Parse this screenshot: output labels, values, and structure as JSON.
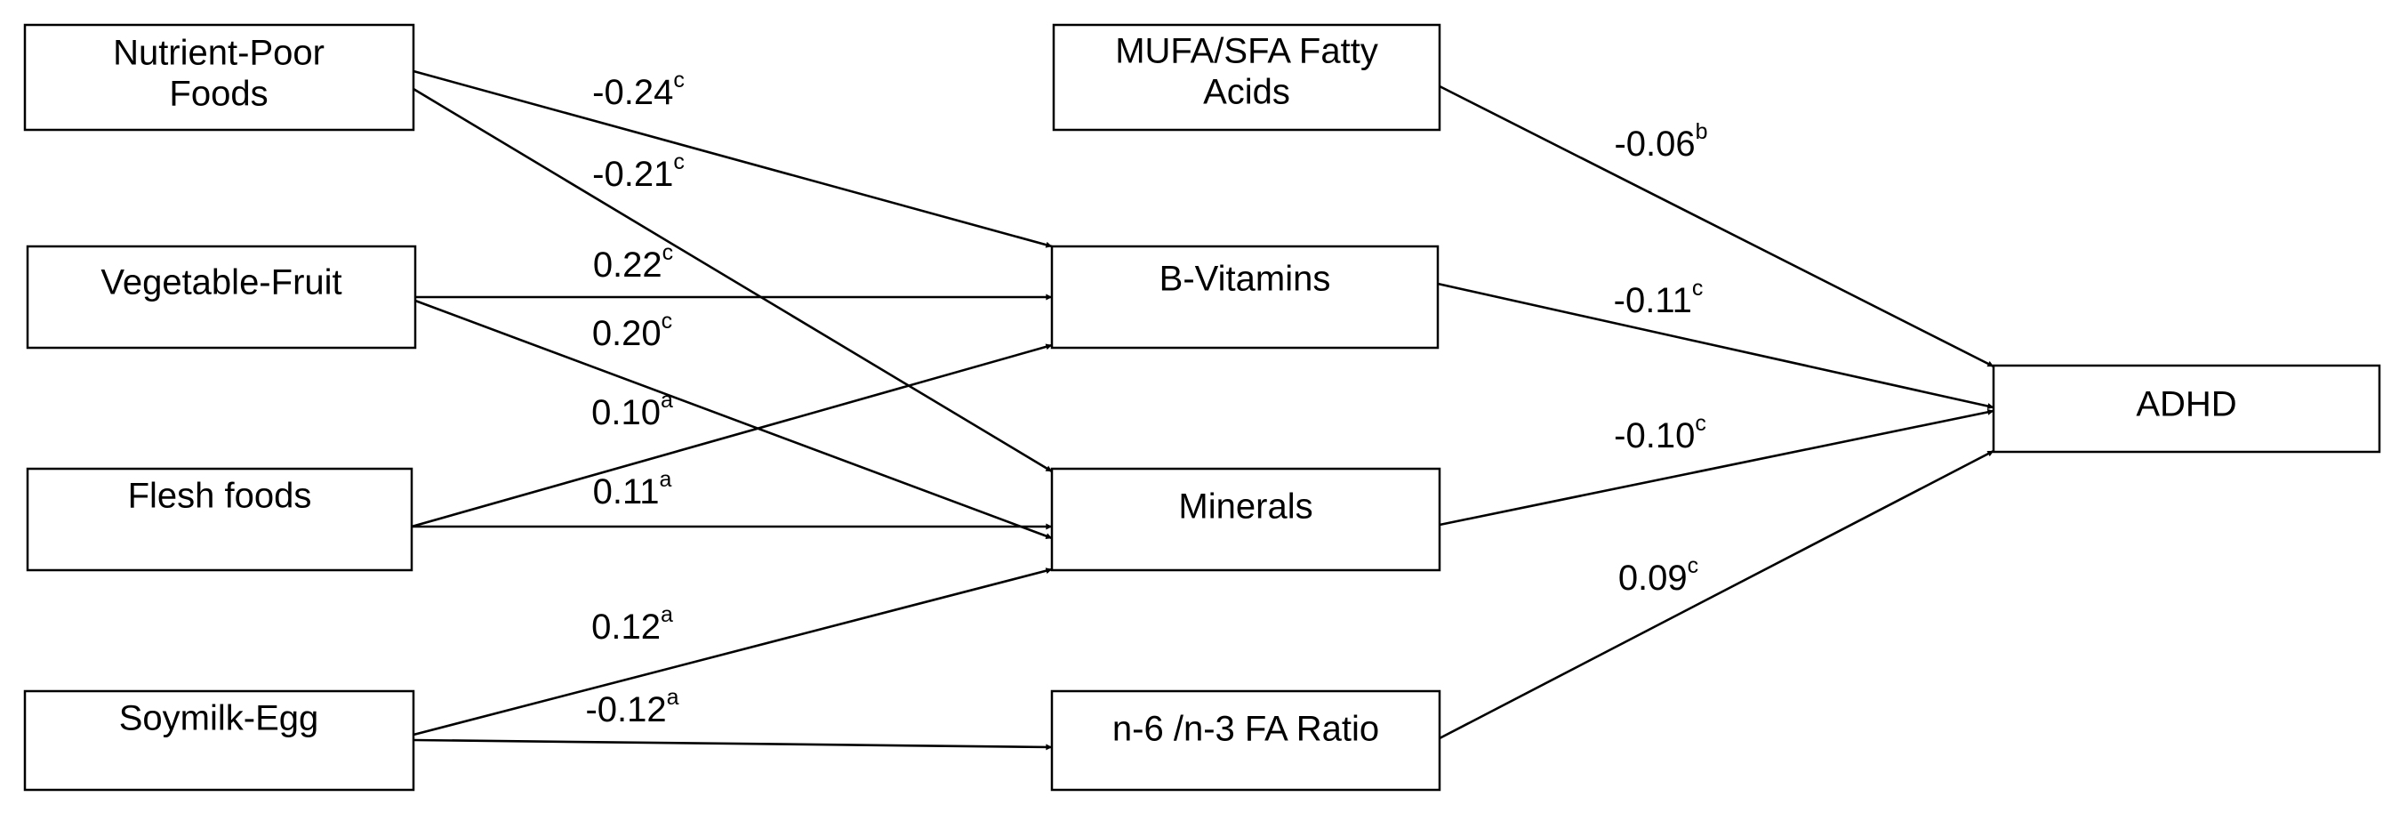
{
  "diagram": {
    "nodes": {
      "nutrient_poor": {
        "lines": [
          "Nutrient-Poor",
          "Foods"
        ]
      },
      "veg_fruit": {
        "lines": [
          "Vegetable-Fruit"
        ]
      },
      "flesh": {
        "lines": [
          "Flesh foods"
        ]
      },
      "soymilk": {
        "lines": [
          "Soymilk-Egg"
        ]
      },
      "mufa": {
        "lines": [
          "MUFA/SFA Fatty",
          "Acids"
        ]
      },
      "bvit": {
        "lines": [
          "B-Vitamins"
        ]
      },
      "minerals": {
        "lines": [
          "Minerals"
        ]
      },
      "n6n3": {
        "lines": [
          "n-6 /n-3 FA Ratio"
        ]
      },
      "adhd": {
        "lines": [
          "ADHD"
        ]
      }
    },
    "edges": [
      {
        "from": "nutrient_poor",
        "to": "bvit",
        "coef": "-0.24",
        "sig": "c"
      },
      {
        "from": "nutrient_poor",
        "to": "minerals",
        "coef": "-0.21",
        "sig": "c"
      },
      {
        "from": "veg_fruit",
        "to": "bvit",
        "coef": "0.22",
        "sig": "c"
      },
      {
        "from": "veg_fruit",
        "to": "minerals",
        "coef": "0.20",
        "sig": "c"
      },
      {
        "from": "flesh",
        "to": "bvit",
        "coef": "0.10",
        "sig": "a"
      },
      {
        "from": "flesh",
        "to": "minerals",
        "coef": "0.11",
        "sig": "a"
      },
      {
        "from": "soymilk",
        "to": "minerals",
        "coef": "0.12",
        "sig": "a"
      },
      {
        "from": "soymilk",
        "to": "n6n3",
        "coef": "-0.12",
        "sig": "a"
      },
      {
        "from": "mufa",
        "to": "adhd",
        "coef": "-0.06",
        "sig": "b"
      },
      {
        "from": "bvit",
        "to": "adhd",
        "coef": "-0.11",
        "sig": "c"
      },
      {
        "from": "minerals",
        "to": "adhd",
        "coef": "-0.10",
        "sig": "c"
      },
      {
        "from": "n6n3",
        "to": "adhd",
        "coef": "0.09",
        "sig": "c"
      }
    ]
  }
}
